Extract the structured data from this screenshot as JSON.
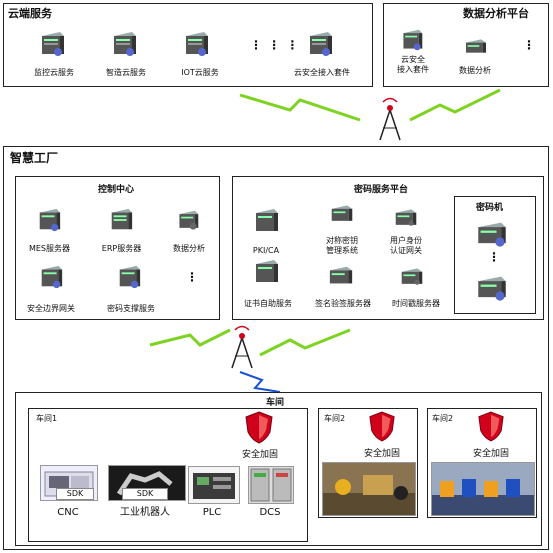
{
  "cloud": {
    "title": "云端服务",
    "services": [
      "监控云服务",
      "智造云服务",
      "IOT云服务",
      "云安全接入套件"
    ],
    "dots": "⋮ ⋮ ⋮"
  },
  "analytics_platform": {
    "title": "数据分析平台",
    "items": [
      "云安全\n接入套件",
      "数据分析"
    ],
    "dots": "⋮"
  },
  "factory": {
    "title": "智慧工厂",
    "control_center": {
      "title": "控制中心",
      "items": [
        "MES服务器",
        "ERP服务器",
        "数据分析",
        "安全边界网关",
        "密码支撑服务"
      ],
      "dots": "⋮"
    },
    "crypto_platform": {
      "title": "密码服务平台",
      "items": [
        "PKI/CA",
        "对称密钥\n管理系统",
        "用户身份\n认证网关",
        "证书自助服务",
        "签名验签服务器",
        "时间戳服务器"
      ]
    },
    "crypto_machine": {
      "title": "密码机",
      "dots": "⋮"
    },
    "workshop": {
      "title": "车间",
      "main": {
        "title": "车间1",
        "shield_label": "安全加固",
        "devices": [
          "CNC",
          "工业机器人",
          "PLC",
          "DCS"
        ],
        "sdk_label": "SDK"
      },
      "second": {
        "title": "车间2",
        "shield_label": "安全加固"
      },
      "third": {
        "title": "车间2",
        "shield_label": "安全加固"
      }
    }
  },
  "colors": {
    "border": "#222222",
    "signal": "#7ed321",
    "shield": "#d0021b",
    "server": "#4a4a4a"
  }
}
